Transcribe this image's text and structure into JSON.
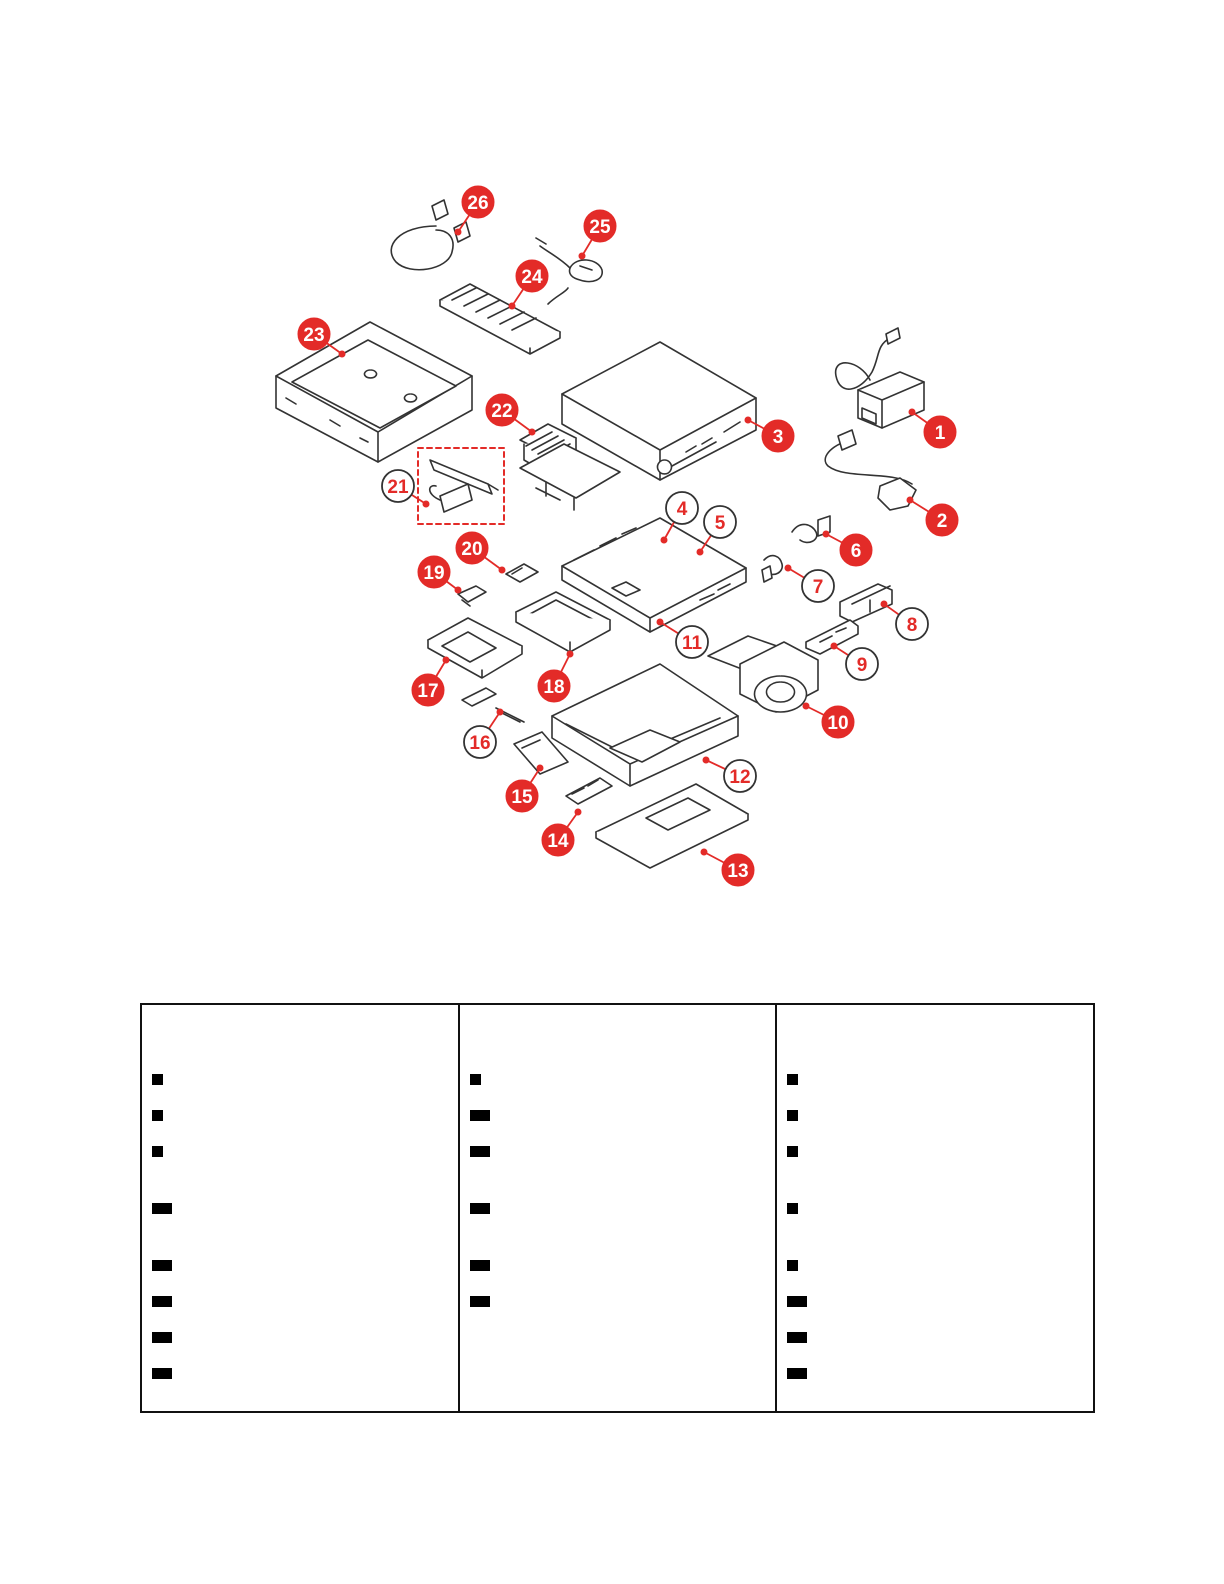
{
  "diagram": {
    "accent_color": "#e32b28",
    "outline_color": "#333333",
    "filled_callouts": [
      "1",
      "2",
      "3",
      "6",
      "10",
      "13",
      "14",
      "15",
      "17",
      "18",
      "19",
      "20",
      "22",
      "23",
      "24",
      "25",
      "26"
    ],
    "outlined_callouts": [
      "4",
      "5",
      "7",
      "8",
      "9",
      "11",
      "12",
      "16",
      "21"
    ],
    "parts": [
      {
        "id": "power-adapter",
        "callout": "1"
      },
      {
        "id": "power-cord",
        "callout": "2"
      },
      {
        "id": "computer-cover",
        "callout": "3"
      },
      {
        "id": "microprocessor",
        "callout": "4"
      },
      {
        "id": "coin-cell-battery",
        "callout": "5"
      },
      {
        "id": "power-button-cable",
        "callout": "6"
      },
      {
        "id": "internal-cable",
        "callout": "7"
      },
      {
        "id": "rear-bracket",
        "callout": "8"
      },
      {
        "id": "support-bracket",
        "callout": "9"
      },
      {
        "id": "system-fan",
        "callout": "10"
      },
      {
        "id": "system-board",
        "callout": "11"
      },
      {
        "id": "chassis",
        "callout": "12"
      },
      {
        "id": "bottom-cover",
        "callout": "13"
      },
      {
        "id": "memory-module",
        "callout": "14"
      },
      {
        "id": "m2-ssd",
        "callout": "15"
      },
      {
        "id": "m2-card-bracket",
        "callout": "16"
      },
      {
        "id": "storage-drive",
        "callout": "17"
      },
      {
        "id": "drive-bracket",
        "callout": "18"
      },
      {
        "id": "drive-clip",
        "callout": "19"
      },
      {
        "id": "wifi-card",
        "callout": "20"
      },
      {
        "id": "wifi-antennas",
        "callout": "21"
      },
      {
        "id": "heat-sink",
        "callout": "22"
      },
      {
        "id": "vesa-mount-bracket",
        "callout": "23"
      },
      {
        "id": "keyboard",
        "callout": "24"
      },
      {
        "id": "mouse",
        "callout": "25"
      },
      {
        "id": "cable-lock",
        "callout": "26"
      }
    ]
  },
  "legend": {
    "border_color": "#111111",
    "mark_color": "#000000",
    "columns": [
      {
        "marks": [
          "short",
          "short",
          "short",
          "long",
          "long",
          "long",
          "long",
          "long"
        ]
      },
      {
        "marks": [
          "short",
          "long",
          "long",
          "long",
          "long",
          "long"
        ]
      },
      {
        "marks": [
          "short",
          "short",
          "short",
          "short",
          "short",
          "long",
          "long",
          "long"
        ]
      }
    ]
  }
}
